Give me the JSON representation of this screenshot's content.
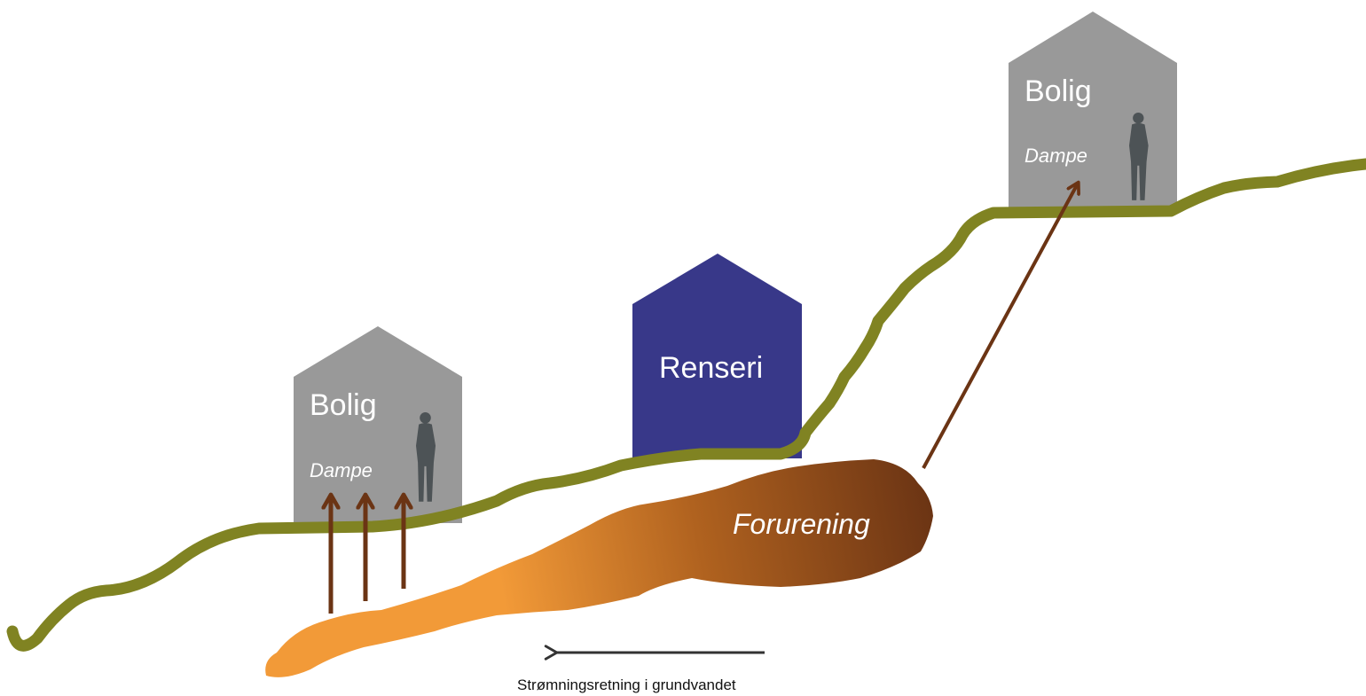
{
  "buildings": {
    "left": {
      "title": "Bolig",
      "vapor": "Dampe"
    },
    "center": {
      "title": "Renseri"
    },
    "right": {
      "title": "Bolig",
      "vapor": "Dampe"
    }
  },
  "pollution": {
    "label": "Forurening"
  },
  "flow": {
    "label": "Strømningsretning i grundvandet"
  },
  "colors": {
    "ground": "#808322",
    "house": "#999999",
    "cleaner": "#383889",
    "arrow": "#6b3414",
    "plume_light": "#f29a38",
    "plume_dark": "#6b3414",
    "flow_arrow": "#333333",
    "person": "#4d5356"
  },
  "icons": [
    "person-silhouette-icon",
    "vapor-arrow-icon",
    "flow-arrow-icon"
  ]
}
